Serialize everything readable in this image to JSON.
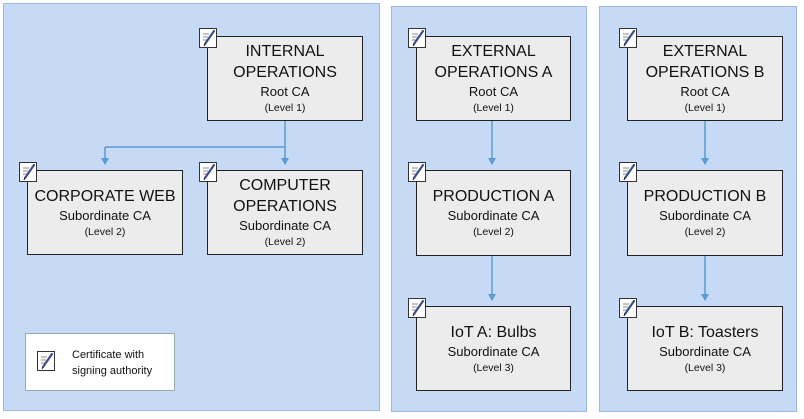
{
  "nodes": {
    "internal": {
      "title": "INTERNAL\nOPERATIONS",
      "sub": "Root CA",
      "lvl": "(Level 1)"
    },
    "corporate_web": {
      "title": "CORPORATE WEB",
      "sub": "Subordinate CA",
      "lvl": "(Level 2)"
    },
    "computer_ops": {
      "title": "COMPUTER\nOPERATIONS",
      "sub": "Subordinate CA",
      "lvl": "(Level 2)"
    },
    "external_a": {
      "title": "EXTERNAL\nOPERATIONS A",
      "sub": "Root CA",
      "lvl": "(Level 1)"
    },
    "production_a": {
      "title": "PRODUCTION A",
      "sub": "Subordinate CA",
      "lvl": "(Level 2)"
    },
    "iot_a": {
      "title": "IoT A: Bulbs",
      "sub": "Subordinate CA",
      "lvl": "(Level 3)"
    },
    "external_b": {
      "title": "EXTERNAL\nOPERATIONS B",
      "sub": "Root CA",
      "lvl": "(Level 1)"
    },
    "production_b": {
      "title": "PRODUCTION B",
      "sub": "Subordinate CA",
      "lvl": "(Level 2)"
    },
    "iot_b": {
      "title": "IoT B: Toasters",
      "sub": "Subordinate CA",
      "lvl": "(Level 3)"
    }
  },
  "legend": {
    "text": "Certificate with\nsigning authority",
    "icon": "certificate-pen-icon"
  },
  "colors": {
    "panel": "#c6d9f5",
    "node": "#ececec",
    "connector": "#5b9bd5"
  }
}
